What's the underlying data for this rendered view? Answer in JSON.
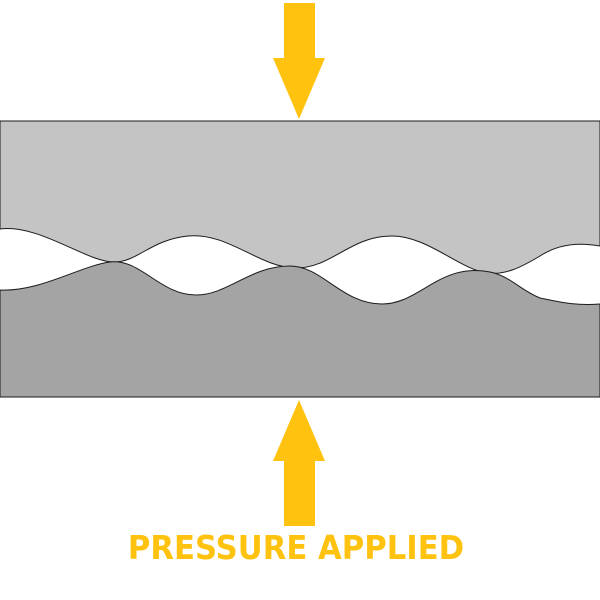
{
  "caption": {
    "text": "PRESSURE APPLIED"
  },
  "colors": {
    "arrow": "#ffc20e",
    "caption": "#ffc20e",
    "upper_block": "#c4c4c4",
    "lower_block": "#a4a4a4",
    "outline": "#1a1a1a",
    "gap": "#ffffff"
  },
  "components": {
    "top_arrow": "downward-pressure-arrow",
    "bottom_arrow": "upward-pressure-arrow",
    "upper_block": "upper-rough-surface-block",
    "lower_block": "lower-rough-surface-block"
  }
}
